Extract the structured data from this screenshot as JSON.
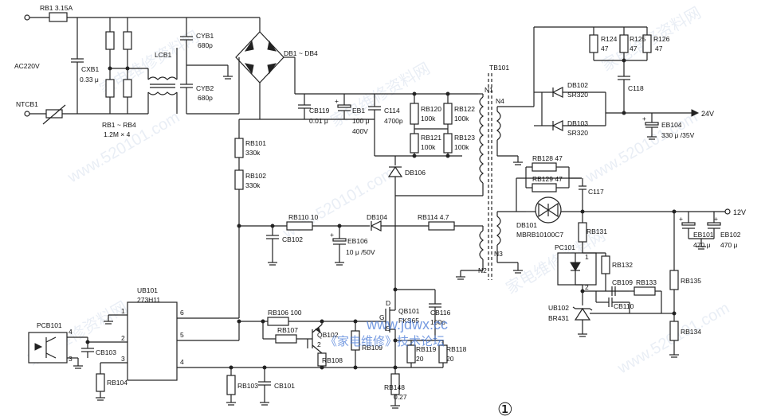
{
  "labels": {
    "rb1": "RB1 3.15A",
    "ac": "AC220V",
    "cxb1": "CXB1",
    "cxb1_val": "0.33 μ",
    "ntcb1": "NTCB1",
    "rb1_rb4": "RB1 ~ RB4",
    "rb_val": "1.2M × 4",
    "lcb1": "LCB1",
    "cyb1": "CYB1",
    "cyb1_val": "680p",
    "cyb2": "CYB2",
    "cyb2_val": "680p",
    "db1_db4": "DB1 ~ DB4",
    "cb119": "CB119",
    "cb119_val": "0.01 μ",
    "eb1": "EB1",
    "eb1_v1": "100 μ",
    "eb1_v2": "400V",
    "c114": "C114",
    "c114_val": "4700p",
    "rb120": "RB120",
    "rb120_val": "100k",
    "rb122": "RB122",
    "rb122_val": "100k",
    "rb121": "RB121",
    "rb121_val": "100k",
    "rb123": "RB123",
    "rb123_val": "100k",
    "rb101": "RB101",
    "rb101_val": "330k",
    "rb102": "RB102",
    "rb102_val": "330k",
    "db106": "DB106",
    "tb101": "TB101",
    "n1": "N1",
    "n4": "N4",
    "n3": "N3",
    "n2": "N2",
    "r124": "R124",
    "r124_val": "47",
    "r125": "R125",
    "r125_val": "47",
    "r126": "R126",
    "r126_val": "47",
    "c118": "C118",
    "db102": "DB102",
    "sr1": "SR320",
    "db103": "DB103",
    "sr2": "SR320",
    "v24": "24V",
    "eb104": "EB104",
    "eb104_val": "330 μ /35V",
    "rb128": "RB128  47",
    "rb129": "RB129  47",
    "c117": "C117",
    "db101": "DB101",
    "db101_val": "MBRB10100C7",
    "v12": "12V",
    "rb131": "RB131",
    "eb101": "EB101",
    "eb101_val": "470 μ",
    "eb102": "EB102",
    "eb102_val": "470 μ",
    "pc101": "PC101",
    "pin1": "1",
    "pin2": "2",
    "rb132": "RB132",
    "cb109": "CB109",
    "rb133": "RB133",
    "cb110": "CB110",
    "ub102": "UB102",
    "br431": "BR431",
    "rb135": "RB135",
    "rb134": "RB134",
    "rb110": "RB110  10",
    "db104": "DB104",
    "rb114": "RB114  4.7",
    "cb102": "CB102",
    "eb106": "EB106",
    "eb106_val": "10 μ /50V",
    "ub101": "UB101",
    "ub101_part": "273H11",
    "pcb101": "PCB101",
    "p1": "1",
    "p2": "2",
    "p3": "3",
    "p4": "4",
    "p5": "5",
    "p6": "6",
    "pk4": "4",
    "pk3": "3",
    "cb103": "CB103",
    "rb104": "RB104",
    "rb106": "RB106  100",
    "rb107": "RB107",
    "qb102": "QB102",
    "q2": "2",
    "rb109": "RB109",
    "rb108": "RB108",
    "qb101": "QB101",
    "qb101_part": "FKS65",
    "pin_d": "D",
    "pin_g": "G",
    "pin_s": "S",
    "cb116": "CB116",
    "cb116_val": "100p",
    "rb119": "RB119",
    "rb119_val": "20",
    "rb118": "RB118",
    "rb118_val": "20",
    "rb148": "RB148",
    "rb148_val": "0.27",
    "rb103": "RB103",
    "cb101": "CB101",
    "figure_no": "①",
    "forum_url": "www.jdwx.cc",
    "forum_cn": "《家电维修》技术论坛",
    "wm_cn": "家电维修资料网",
    "wm_url": "www.520101.com"
  },
  "colors": {
    "line": "#222222",
    "watermark": "#4a7bd8"
  }
}
